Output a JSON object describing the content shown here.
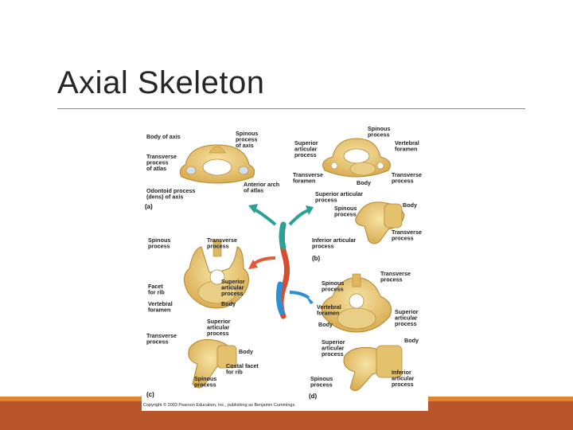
{
  "slide": {
    "title": "Axial Skeleton"
  },
  "figure": {
    "panel_a": {
      "tag": "(a)",
      "labels": [
        [
          "Body of axis"
        ],
        [
          "Spinous",
          "process",
          "of axis"
        ],
        [
          "Transverse",
          "process",
          "of atlas"
        ],
        [
          "Odontoid process",
          "(dens) of axis"
        ],
        [
          "Anterior arch",
          "of atlas"
        ]
      ]
    },
    "panel_b": {
      "tag": "(b)",
      "labels": [
        [
          "Spinous",
          "process"
        ],
        [
          "Superior",
          "articular",
          "process"
        ],
        [
          "Vertebral",
          "foramen"
        ],
        [
          "Transverse",
          "foramen"
        ],
        [
          "Body"
        ],
        [
          "Transverse",
          "process"
        ],
        [
          "Superior articular",
          "process"
        ],
        [
          "Spinous",
          "process"
        ],
        [
          "Body"
        ],
        [
          "Transverse",
          "process"
        ],
        [
          "Inferior articular",
          "process"
        ]
      ]
    },
    "panel_c": {
      "tag": "(c)",
      "labels": [
        [
          "Spinous",
          "process"
        ],
        [
          "Transverse",
          "process"
        ],
        [
          "Facet",
          "for rib"
        ],
        [
          "Superior",
          "articular",
          "process"
        ],
        [
          "Vertebral",
          "foramen"
        ],
        [
          "Body"
        ],
        [
          "Superior",
          "articular",
          "process"
        ],
        [
          "Transverse",
          "process"
        ],
        [
          "Body"
        ],
        [
          "Costal facet",
          "for rib"
        ],
        [
          "Spinous",
          "process"
        ]
      ]
    },
    "panel_d": {
      "tag": "(d)",
      "labels": [
        [
          "Transverse",
          "process"
        ],
        [
          "Spinous",
          "process"
        ],
        [
          "Vertebral",
          "foramen"
        ],
        [
          "Superior",
          "articular",
          "process"
        ],
        [
          "Body"
        ],
        [
          "Superior",
          "articular",
          "process"
        ],
        [
          "Body"
        ],
        [
          "Inferior",
          "articular",
          "process"
        ],
        [
          "Spinous",
          "process"
        ]
      ]
    },
    "copyright": "Copyright © 2003 Pearson Education, Inc., publishing as Benjamin Cummings.",
    "colors": {
      "bone": "#e8c873",
      "bone_dark": "#c79a3e",
      "arrow_teal": "#2aa198",
      "arrow_red": "#e05a3a",
      "arrow_blue": "#2a8fd6"
    }
  }
}
